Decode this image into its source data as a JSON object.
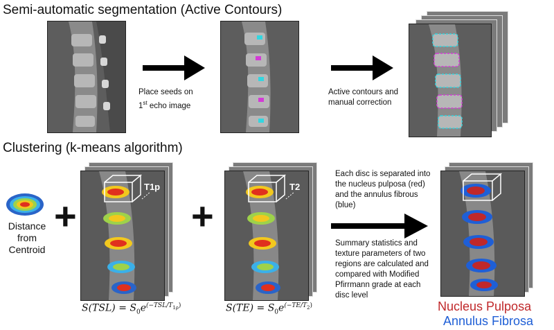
{
  "sections": {
    "top_title": "Semi-automatic segmentation (Active Contours)",
    "bottom_title": "Clustering (k-means algorithm)"
  },
  "steps": {
    "seeds_line1": "Place seeds on",
    "seeds_line2_sup": "st",
    "seeds_line2_num": "1",
    "seeds_line2_rest": " echo image",
    "contours_line1": "Active contours and",
    "contours_line2": "manual correction"
  },
  "centroid": {
    "line1": "Distance",
    "line2": "from",
    "line3": "Centroid"
  },
  "maps": {
    "t1p_label": "T1p",
    "t2_label": "T2"
  },
  "formulas": {
    "tsl_lhs": "S(TSL) = S",
    "tsl_sub": "0",
    "tsl_e": "e",
    "tsl_exp": "(−TSL/T",
    "tsl_exp_sub": "1ρ",
    "tsl_exp_close": ")",
    "te_lhs": "S(TE) = S",
    "te_sub": "0",
    "te_e": "e",
    "te_exp": "(−TE/T",
    "te_exp_sub": "2",
    "te_exp_close": ")"
  },
  "descriptions": {
    "separation": "Each disc is separated into the nucleus pulposa (red) and the annulus fibrous (blue)",
    "summary": "Summary statistics and texture parameters of two regions are calculated and compared with Modified Pfirrmann grade at each disc level"
  },
  "legend": {
    "nucleus": "Nucleus Pulposa",
    "annulus": "Annulus Fibrosa"
  },
  "colors": {
    "nucleus": "#c0282a",
    "annulus": "#1f5fd6",
    "contour_cyan": "#33d6e0",
    "seed_magenta": "#d33bd6"
  }
}
